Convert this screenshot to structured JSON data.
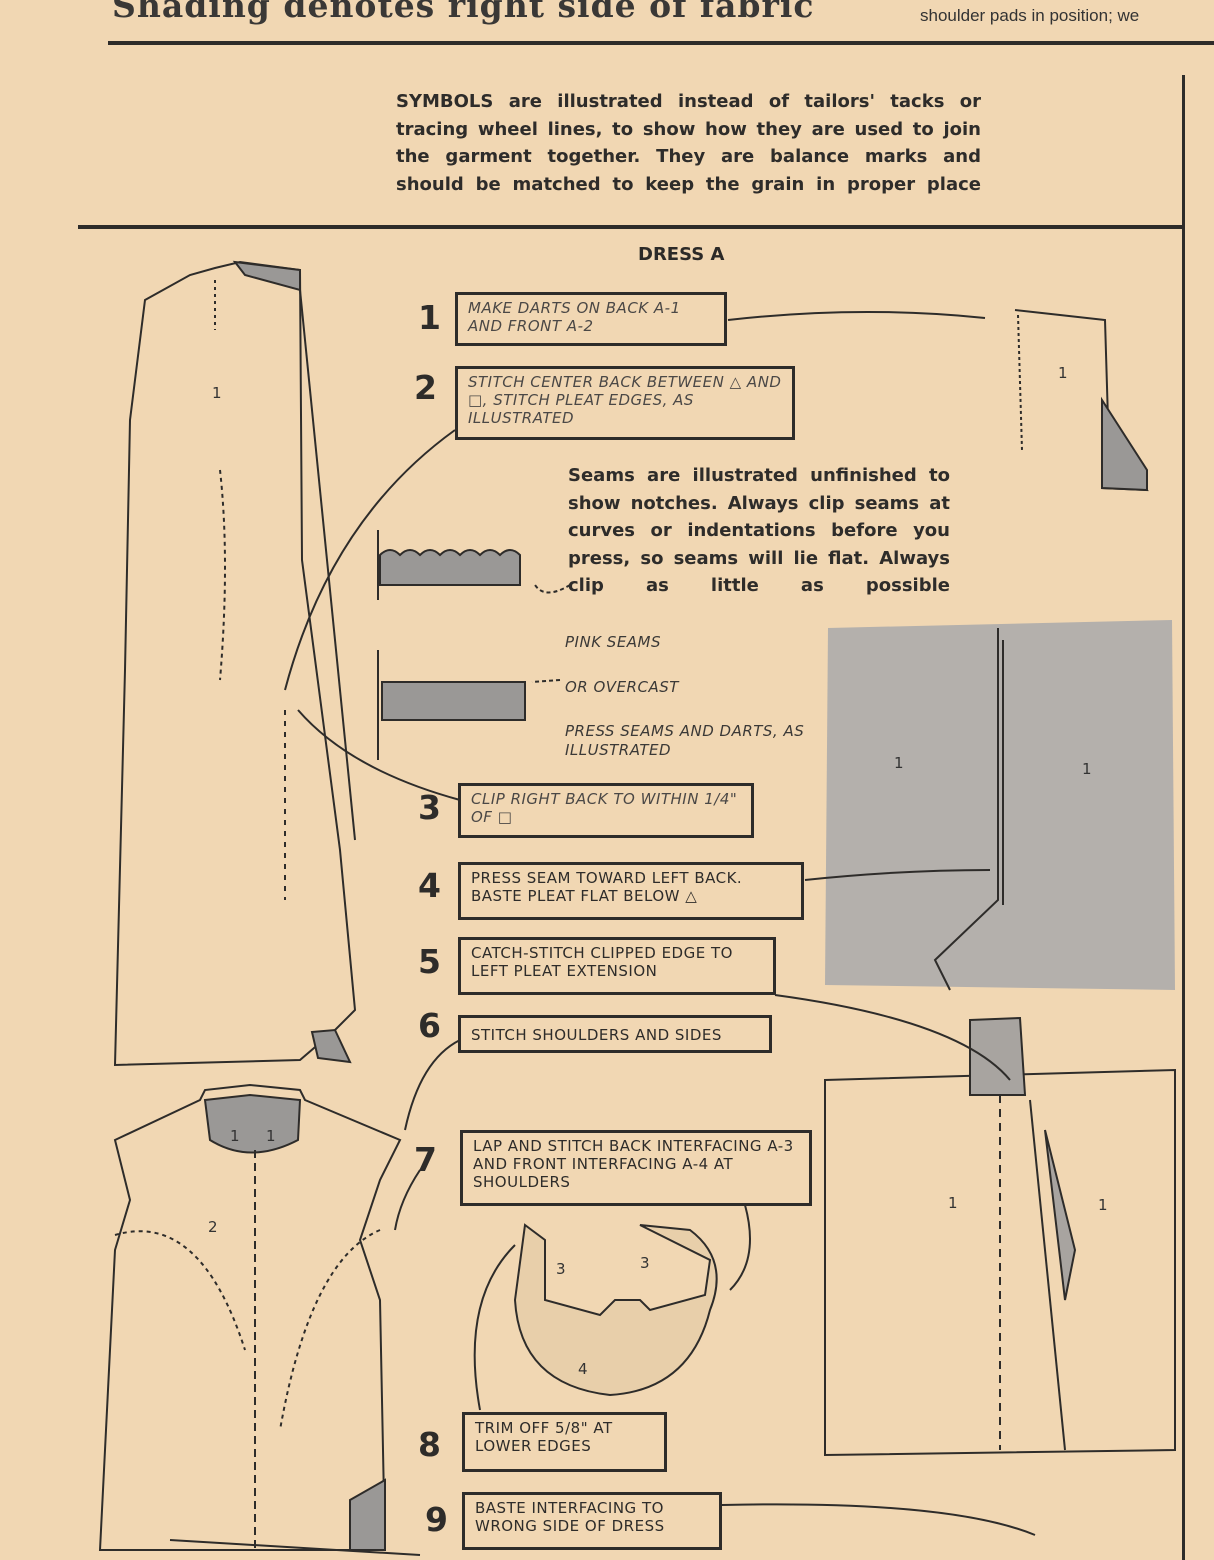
{
  "header": {
    "title": "Shading denotes right side of fabric",
    "right_snippet": "shoulder pads in position; we"
  },
  "symbols_note": "SYMBOLS are illustrated instead of tailors' tacks or tracing wheel lines, to show how they are used to join the garment together. They are balance marks and should be matched to keep the grain in proper place",
  "section_title": "DRESS A",
  "steps": [
    {
      "number": "1",
      "text": "MAKE DARTS ON BACK A-1 AND FRONT A-2"
    },
    {
      "number": "2",
      "text": "STITCH CENTER BACK BETWEEN △ AND □, STITCH PLEAT EDGES, AS ILLUSTRATED"
    },
    {
      "number": "3",
      "text": "CLIP RIGHT BACK TO WITHIN 1/4\" OF □"
    },
    {
      "number": "4",
      "text": "PRESS SEAM TOWARD LEFT BACK. BASTE PLEAT FLAT BELOW △"
    },
    {
      "number": "5",
      "text": "CATCH-STITCH CLIPPED EDGE TO LEFT PLEAT EXTENSION"
    },
    {
      "number": "6",
      "text": "STITCH SHOULDERS AND SIDES"
    },
    {
      "number": "7",
      "text": "LAP AND STITCH BACK INTERFACING A-3 AND FRONT INTERFACING A-4 AT SHOULDERS"
    },
    {
      "number": "8",
      "text": "TRIM OFF 5/8\" AT LOWER EDGES"
    },
    {
      "number": "9",
      "text": "BASTE INTERFACING TO WRONG SIDE OF DRESS"
    }
  ],
  "seams_note": "Seams are illustrated unfinished to show notches. Always clip seams at curves or indentations before you press, so seams will lie flat. Always clip as little as possible",
  "labels": {
    "pink": "PINK SEAMS",
    "overcast": "OR OVERCAST",
    "press": "PRESS SEAMS AND DARTS, AS ILLUSTRATED"
  },
  "piece_numbers": {
    "back": "1",
    "front": "2",
    "back_interfacing": "3",
    "front_interfacing": "4"
  }
}
